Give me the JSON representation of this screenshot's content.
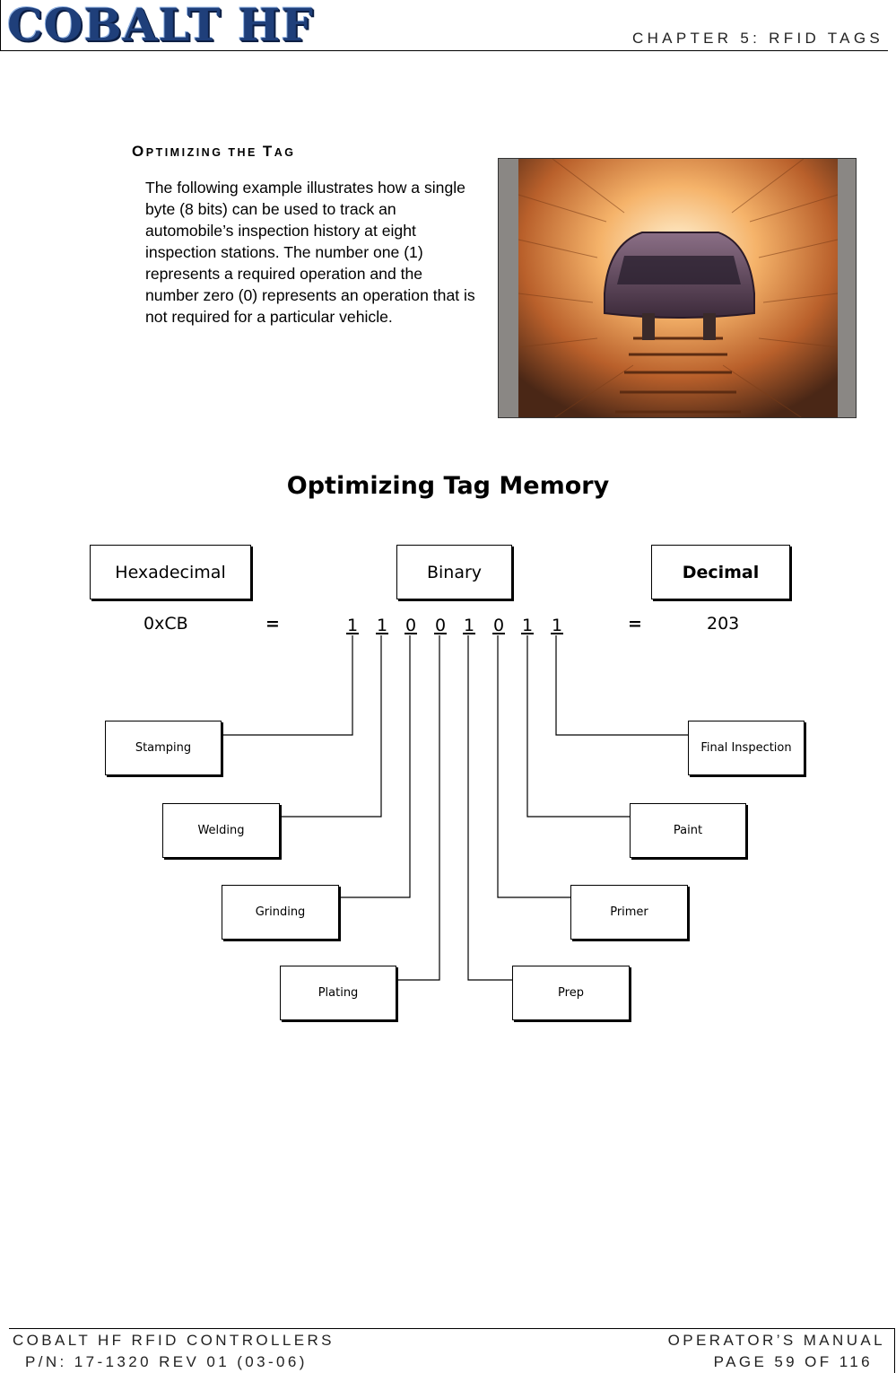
{
  "header": {
    "logo_text": "COBALT HF",
    "chapter": "CHAPTER 5: RFID TAGS"
  },
  "section": {
    "heading_cap1": "O",
    "heading_rest1": "PTIMIZING THE ",
    "heading_cap2": "T",
    "heading_rest2": "AG",
    "body": "The following example illustrates how a single byte (8 bits) can be used to track an automobile’s inspection history at eight inspection stations. The number one (1) represents a required operation and the number zero (0) represents an operation that is not required for a particular vehicle."
  },
  "photo": {
    "icon": "car-body-in-paint-booth-photo"
  },
  "diagram": {
    "title": "Optimizing Tag Memory",
    "headers": {
      "hex": "Hexadecimal",
      "binary": "Binary",
      "decimal": "Decimal"
    },
    "hex_value": "0xCB",
    "eq": "=",
    "bits": [
      "1",
      "1",
      "0",
      "0",
      "1",
      "0",
      "1",
      "1"
    ],
    "decimal_value": "203",
    "stations": [
      "Stamping",
      "Welding",
      "Grinding",
      "Plating",
      "Prep",
      "Primer",
      "Paint",
      "Final Inspection"
    ]
  },
  "footer": {
    "left_line1": "COBALT HF RFID CONTROLLERS",
    "left_line2": "P/N: 17-1320 REV 01 (03-06)",
    "right_line1": "OPERATOR’S MANUAL",
    "right_line2": "PAGE 59 OF 116"
  }
}
